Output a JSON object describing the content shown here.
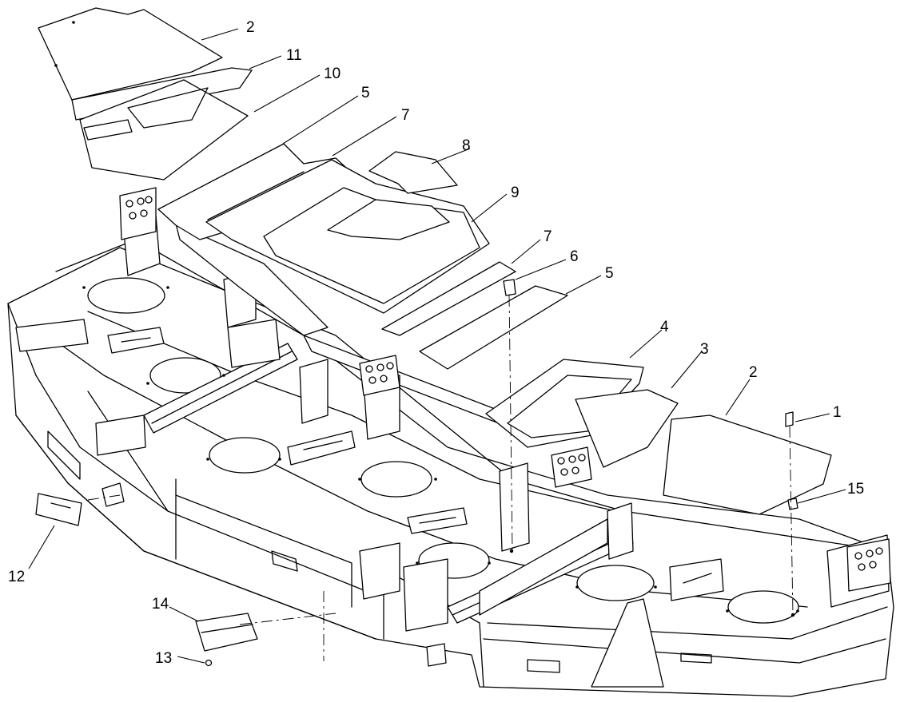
{
  "callouts": [
    {
      "label": "2"
    },
    {
      "label": "11"
    },
    {
      "label": "10"
    },
    {
      "label": "5"
    },
    {
      "label": "7"
    },
    {
      "label": "8"
    },
    {
      "label": "9"
    },
    {
      "label": "7"
    },
    {
      "label": "6"
    },
    {
      "label": "5"
    },
    {
      "label": "4"
    },
    {
      "label": "3"
    },
    {
      "label": "2"
    },
    {
      "label": "1"
    },
    {
      "label": "15"
    },
    {
      "label": "12"
    },
    {
      "label": "14"
    },
    {
      "label": "13"
    }
  ]
}
